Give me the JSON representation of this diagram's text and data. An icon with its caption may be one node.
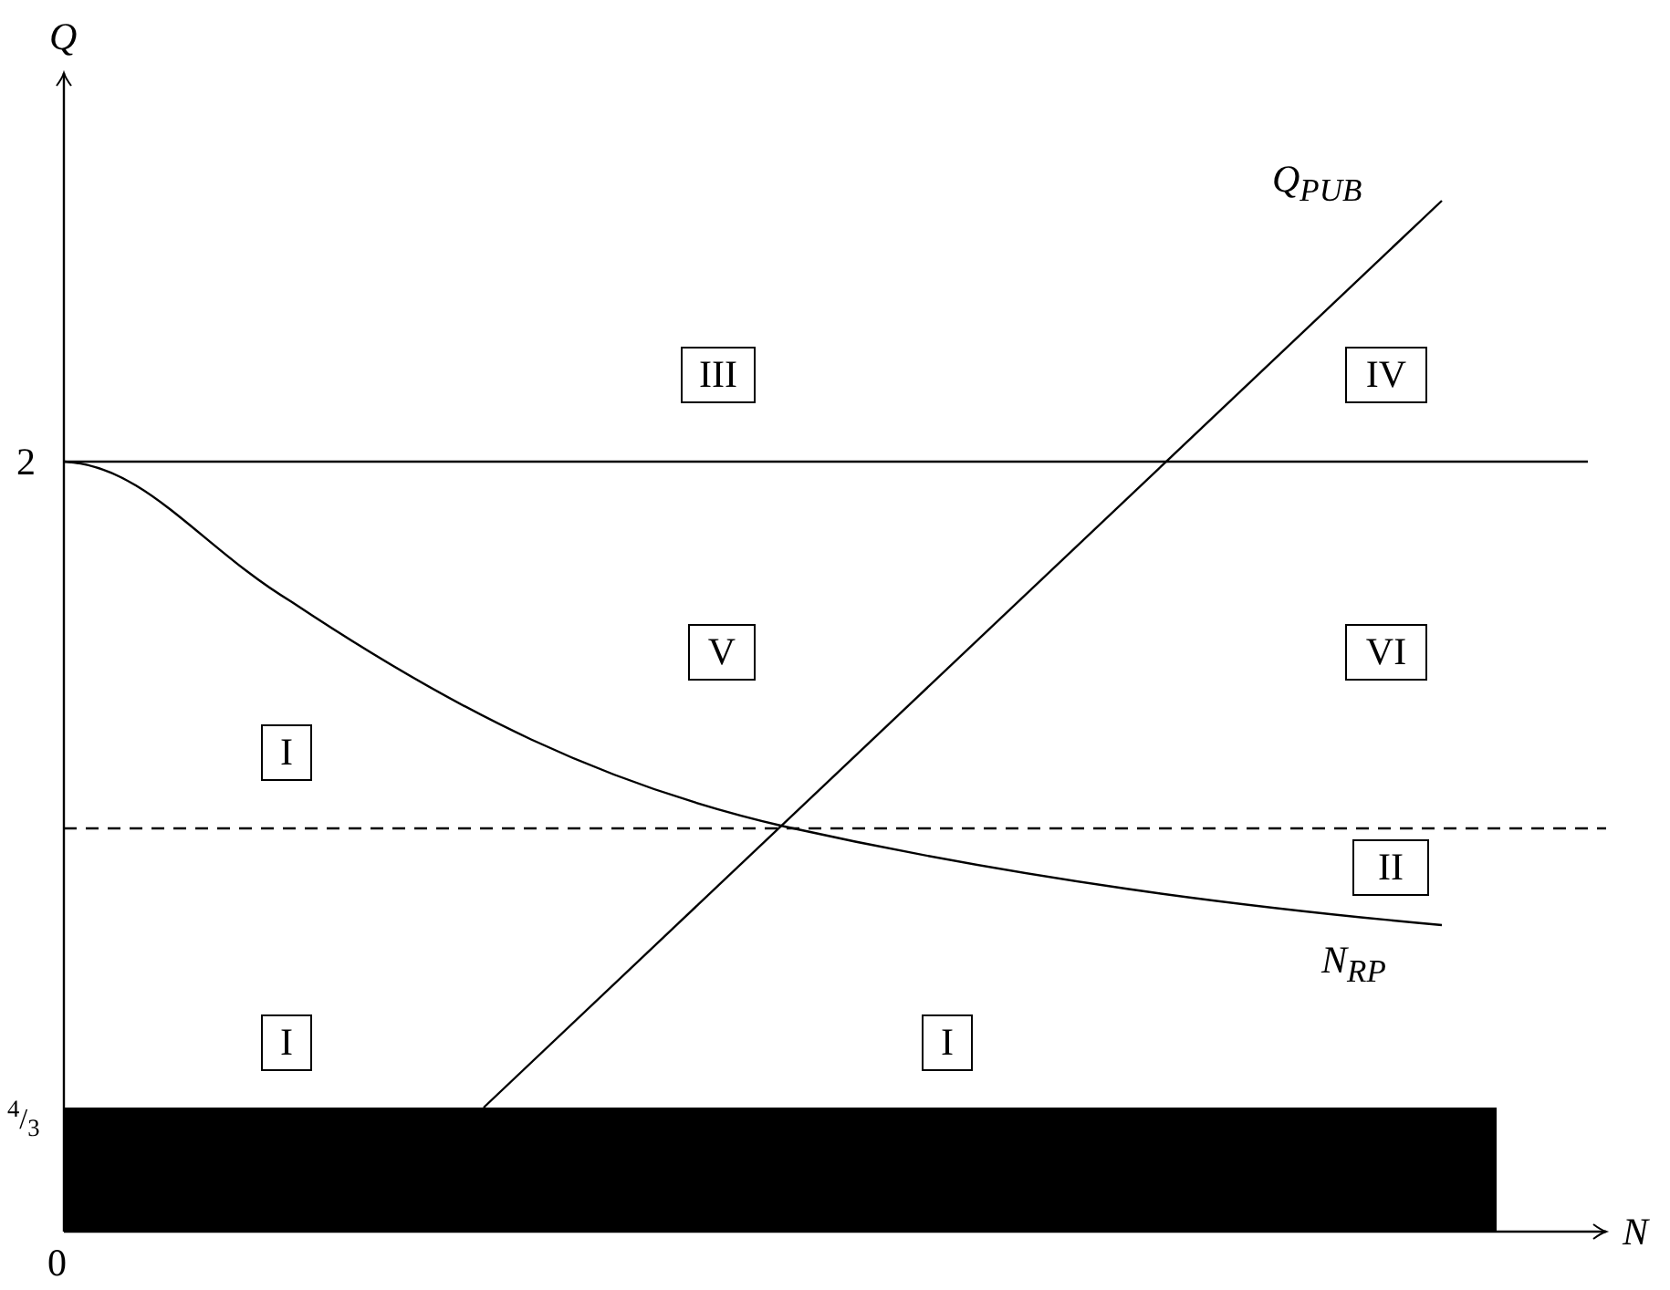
{
  "diagram": {
    "nodes": [
      {
        "text": [
          "III"
        ]
      },
      {
        "text": [
          "IV"
        ]
      },
      {
        "text": [
          "V"
        ]
      },
      {
        "text": [
          "VI"
        ]
      },
      {
        "text": [
          "I"
        ]
      },
      {
        "text": [
          "II"
        ]
      },
      {
        "text": [
          "I"
        ]
      },
      {
        "text": [
          "I"
        ]
      },
      {
        "text": [],
        "shape": "bar"
      }
    ],
    "labels": [
      "Q",
      "Q$_{PUB}$",
      "2",
      "N$_{RP}$",
      "$^{4}$/$_{3}$",
      "0",
      "N"
    ]
  }
}
